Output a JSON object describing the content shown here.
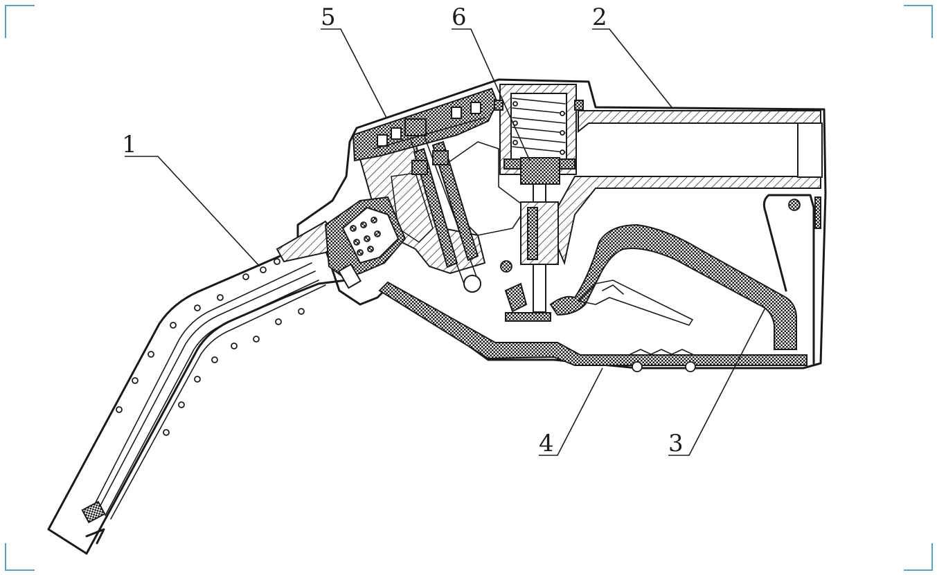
{
  "figure": {
    "callouts": [
      {
        "id": "1",
        "label": "1"
      },
      {
        "id": "2",
        "label": "2"
      },
      {
        "id": "3",
        "label": "3"
      },
      {
        "id": "4",
        "label": "4"
      },
      {
        "id": "5",
        "label": "5"
      },
      {
        "id": "6",
        "label": "6"
      }
    ],
    "colors": {
      "line": "#1a1a1a",
      "corner_marks": "#4aa3d9",
      "background": "#ffffff"
    }
  }
}
